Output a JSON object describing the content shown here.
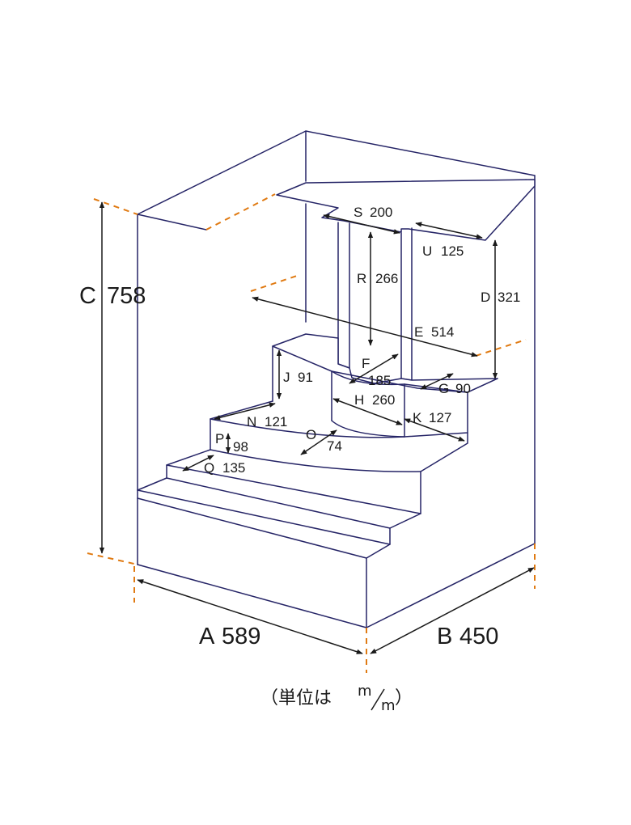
{
  "dimensions": [
    {
      "id": "A",
      "value": 589
    },
    {
      "id": "B",
      "value": 450
    },
    {
      "id": "C",
      "value": 758
    },
    {
      "id": "D",
      "value": 321
    },
    {
      "id": "E",
      "value": 514
    },
    {
      "id": "F",
      "value": 185
    },
    {
      "id": "G",
      "value": 90
    },
    {
      "id": "H",
      "value": 260
    },
    {
      "id": "J",
      "value": 91
    },
    {
      "id": "K",
      "value": 127
    },
    {
      "id": "N",
      "value": 121
    },
    {
      "id": "O",
      "value": 74
    },
    {
      "id": "P",
      "value": 98
    },
    {
      "id": "Q",
      "value": 135
    },
    {
      "id": "R",
      "value": 266
    },
    {
      "id": "S",
      "value": 200
    },
    {
      "id": "U",
      "value": 125
    }
  ],
  "unit_note": {
    "open": "（単位は",
    "num": "m",
    "den": "m",
    "close": "）"
  },
  "colors": {
    "outline": "#252466",
    "extension": "#e07a12",
    "arrow": "#1a1a1a"
  }
}
